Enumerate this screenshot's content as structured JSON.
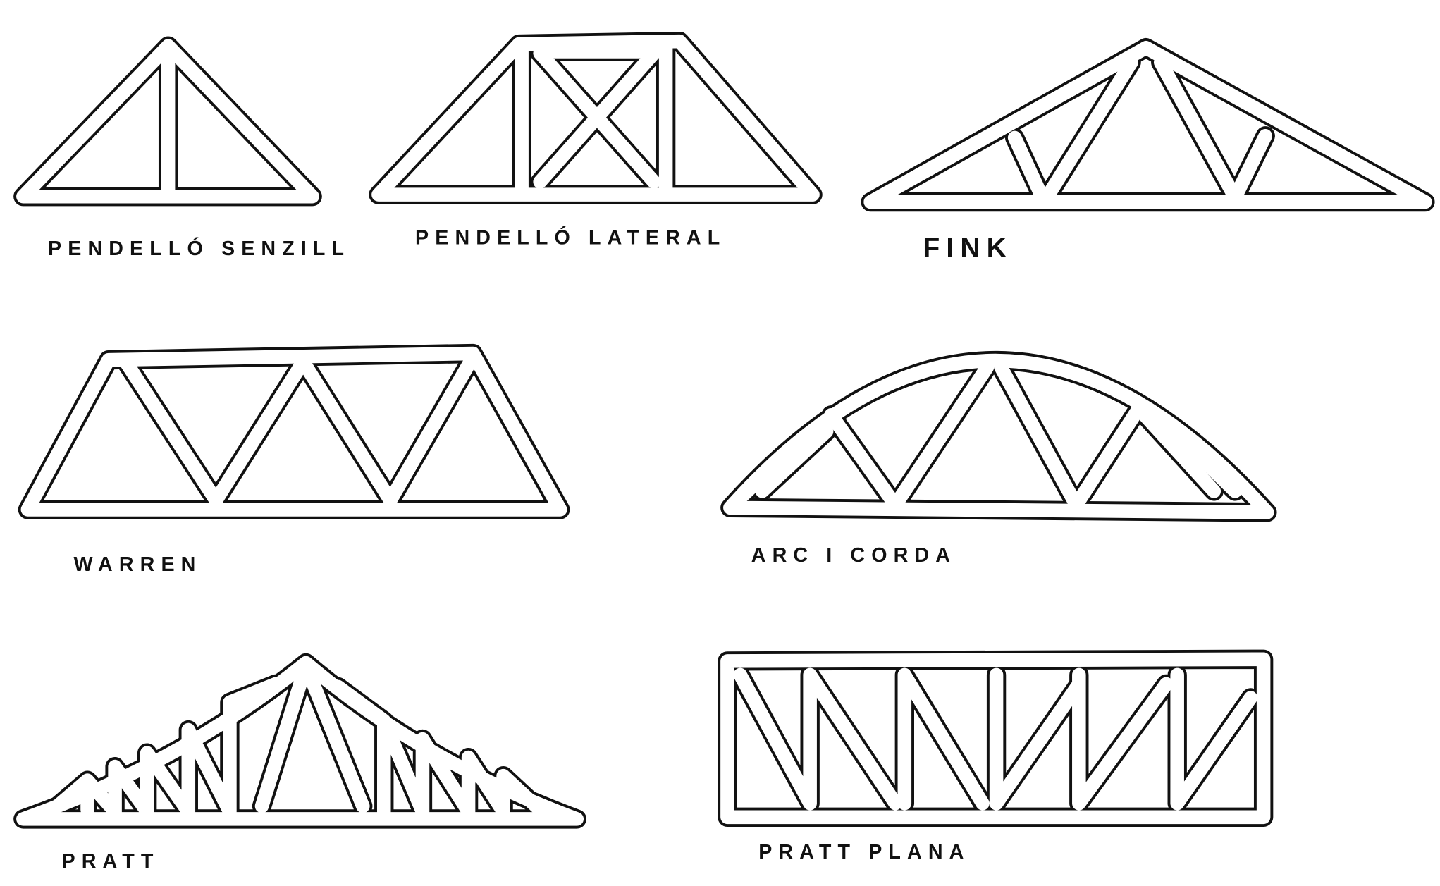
{
  "trusses": [
    {
      "id": "pendello-senzill",
      "label": "PENDELLÓ SENZILL"
    },
    {
      "id": "pendello-lateral",
      "label": "PENDELLÓ LATERAL"
    },
    {
      "id": "fink",
      "label": "FINK"
    },
    {
      "id": "warren",
      "label": "WARREN"
    },
    {
      "id": "arc-i-corda",
      "label": "ARC I CORDA"
    },
    {
      "id": "pratt",
      "label": "PRATT"
    },
    {
      "id": "pratt-plana",
      "label": "PRATT PLANA"
    }
  ]
}
